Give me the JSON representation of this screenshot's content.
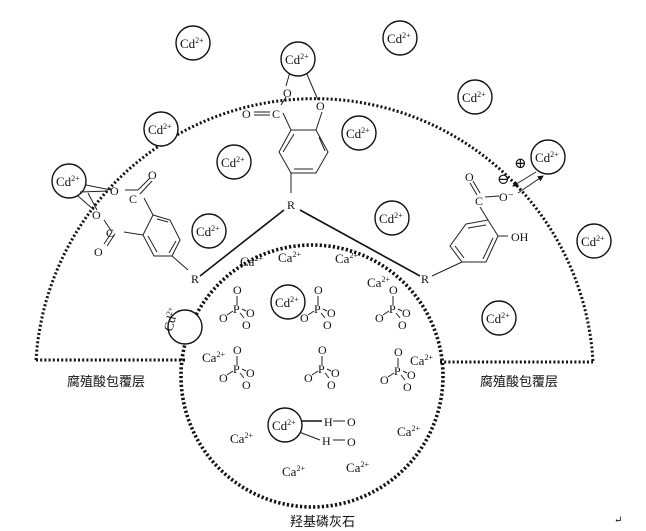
{
  "labels": {
    "humic_layer_left": "腐殖酸包覆层",
    "humic_layer_right": "腐殖酸包覆层",
    "hydroxyapatite": "羟基磷灰石",
    "corner_mark": "↵"
  },
  "ions": {
    "cd": "Cd",
    "cd_charge": "2+",
    "ca": "Ca",
    "ca_charge": "2+"
  },
  "atoms": {
    "O": "O",
    "C": "C",
    "P": "P",
    "H": "H",
    "R": "R",
    "OH": "OH",
    "O_minus": "O⁻",
    "plus": "⊕",
    "minus": "⊖"
  },
  "colors": {
    "ink": "#111111",
    "background": "#ffffff"
  }
}
